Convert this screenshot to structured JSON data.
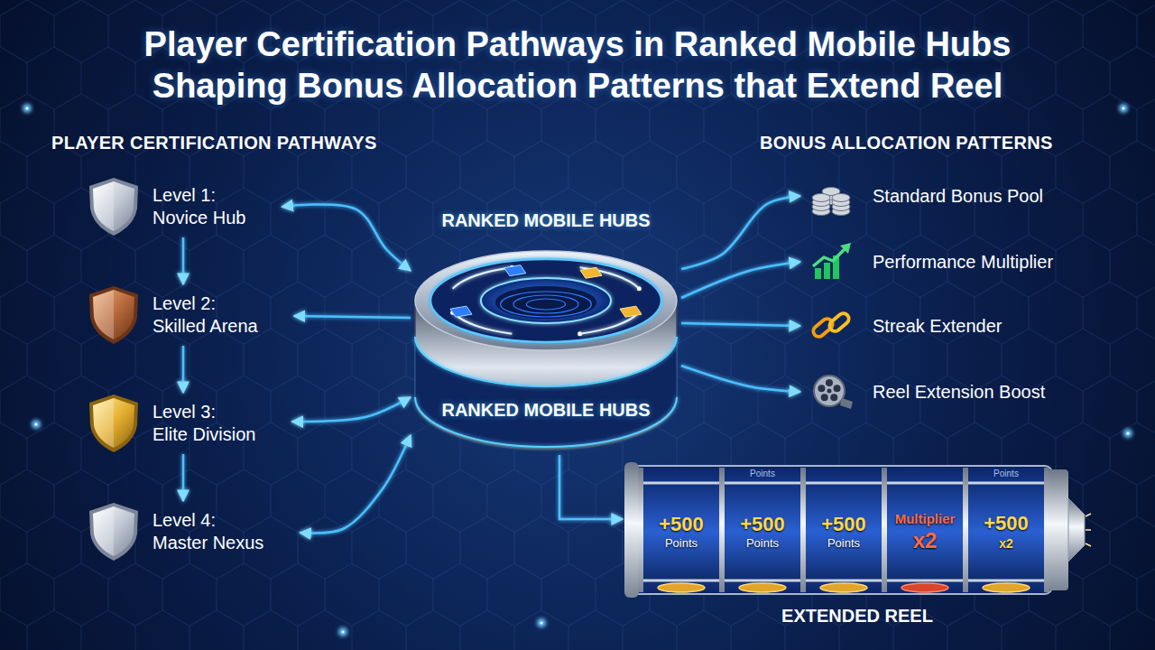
{
  "diagram": {
    "title": "Player Certification Pathways in Ranked Mobile Hubs Shaping Bonus Allocation Patterns that Extend Reel",
    "nodes": [
      {
        "text": [
          "Level 1:",
          "Novice Hub"
        ]
      },
      {
        "text": [
          "Level 2:",
          "Skilled Arena"
        ]
      },
      {
        "text": [
          "Level 3:",
          "Elite Division"
        ]
      },
      {
        "text": [
          "Level 4:",
          "Master Nexus"
        ]
      },
      {
        "text": [
          "RANKED MOBILE HUBS",
          "RANKED MOBILE HUBS"
        ]
      },
      {
        "text": [
          "Standard Bonus Pool"
        ]
      },
      {
        "text": [
          "Performance Multiplier"
        ]
      },
      {
        "text": [
          "Streak Extender"
        ]
      },
      {
        "text": [
          "Reel Extension Boost"
        ]
      },
      {
        "text": [
          "EXTENDED REEL"
        ]
      },
      {
        "text": [
          "+500",
          "Points"
        ],
        "in": 9
      },
      {
        "text": [
          "+500",
          "Points"
        ],
        "in": 9
      },
      {
        "text": [
          "+500",
          "Points"
        ],
        "in": 9
      },
      {
        "text": [
          "Multiplier",
          "x2"
        ],
        "in": 9
      },
      {
        "text": [
          "+500",
          "x2"
        ],
        "in": 9
      }
    ],
    "edges": [
      {
        "from": 0,
        "to": 1,
        "arrow": "to"
      },
      {
        "from": 1,
        "to": 2,
        "arrow": "to"
      },
      {
        "from": 2,
        "to": 3,
        "arrow": "to"
      },
      {
        "from": 4,
        "to": 0,
        "arrow": "both"
      },
      {
        "from": 4,
        "to": 1,
        "arrow": "to"
      },
      {
        "from": 4,
        "to": 2,
        "arrow": "both"
      },
      {
        "from": 4,
        "to": 3,
        "arrow": "both"
      },
      {
        "from": 4,
        "to": 5,
        "arrow": "to"
      },
      {
        "from": 4,
        "to": 6,
        "arrow": "to"
      },
      {
        "from": 4,
        "to": 7,
        "arrow": "to"
      },
      {
        "from": 4,
        "to": 8,
        "arrow": "to"
      },
      {
        "from": 4,
        "to": 9,
        "arrow": "to"
      }
    ],
    "labels": [
      "PLAYER CERTIFICATION PATHWAYS",
      "BONUS ALLOCATION PATTERNS",
      "Points",
      "Points"
    ]
  }
}
